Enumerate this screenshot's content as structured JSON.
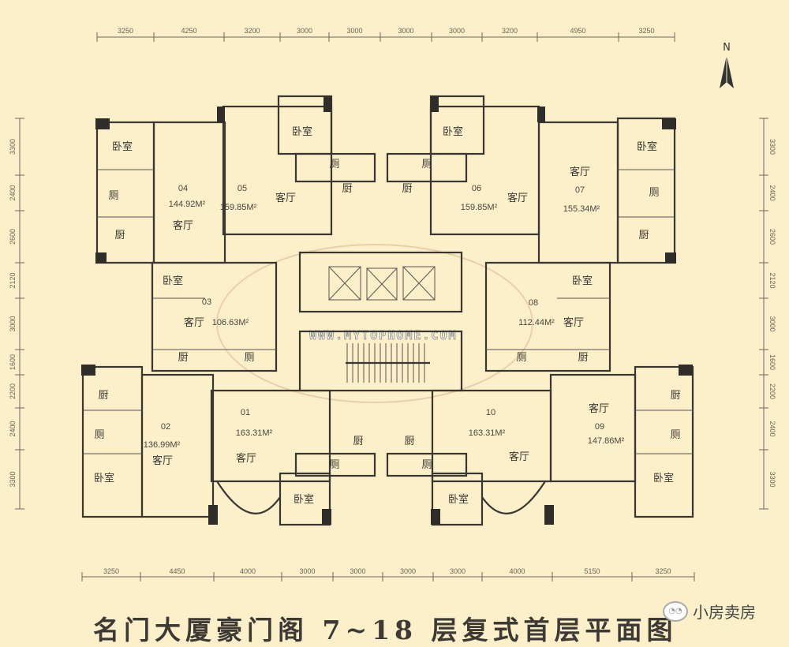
{
  "title": "名门大厦豪门阁 7~18 层复式首层平面图",
  "brand": {
    "name": "小房卖房",
    "icon": "wechat-icon"
  },
  "watermark": "WWW.MYTOPHOME.COM",
  "compass": {
    "label": "N"
  },
  "dimensions": {
    "top": [
      "3250",
      "4250",
      "3200",
      "3000",
      "3000",
      "3000",
      "3000",
      "3200",
      "4950",
      "3250"
    ],
    "bottom": [
      "3250",
      "4450",
      "4000",
      "3000",
      "3000",
      "3000",
      "3000",
      "4000",
      "5150",
      "3250"
    ],
    "left": [
      "3300",
      "2400",
      "2600",
      "2120",
      "3000",
      "1600",
      "2200",
      "2400",
      "3300"
    ],
    "right": [
      "3300",
      "2400",
      "2600",
      "2120",
      "3000",
      "1600",
      "2200",
      "2400",
      "3300"
    ]
  },
  "rooms": {
    "bedroom": "卧室",
    "living": "客厅",
    "kitchen": "厨",
    "toilet": "厕"
  },
  "units": [
    {
      "id": "04",
      "area": "144.92M²"
    },
    {
      "id": "05",
      "area": "159.85M²"
    },
    {
      "id": "06",
      "area": "159.85M²"
    },
    {
      "id": "07",
      "area": "155.34M²"
    },
    {
      "id": "03",
      "area": "106.63M²"
    },
    {
      "id": "08",
      "area": "112.44M²"
    },
    {
      "id": "02",
      "area": "136.99M²"
    },
    {
      "id": "01",
      "area": "163.31M²"
    },
    {
      "id": "10",
      "area": "163.31M²"
    },
    {
      "id": "09",
      "area": "147.86M²"
    }
  ]
}
